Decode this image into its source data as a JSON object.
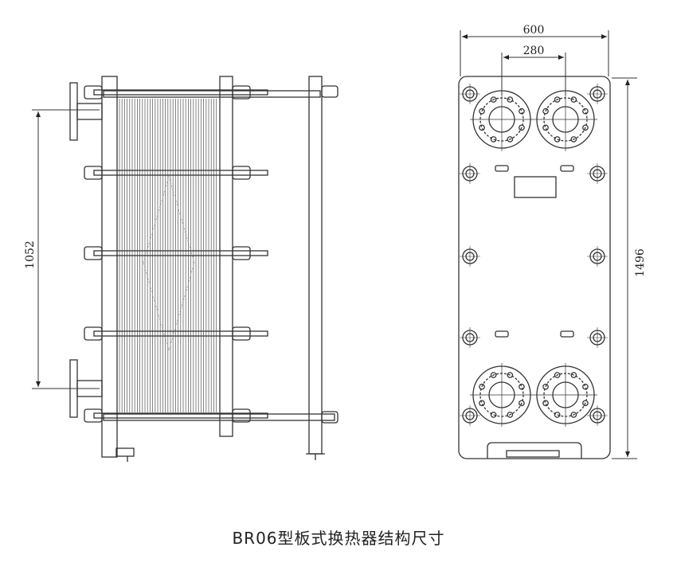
{
  "dimensions": {
    "height_side": "1052",
    "width_total": "600",
    "port_spacing": "280",
    "height_total": "1496"
  },
  "caption": "BR06型板式换热器结构尺寸",
  "colors": {
    "line": "#333333",
    "plate": "#666666",
    "background": "#ffffff"
  }
}
